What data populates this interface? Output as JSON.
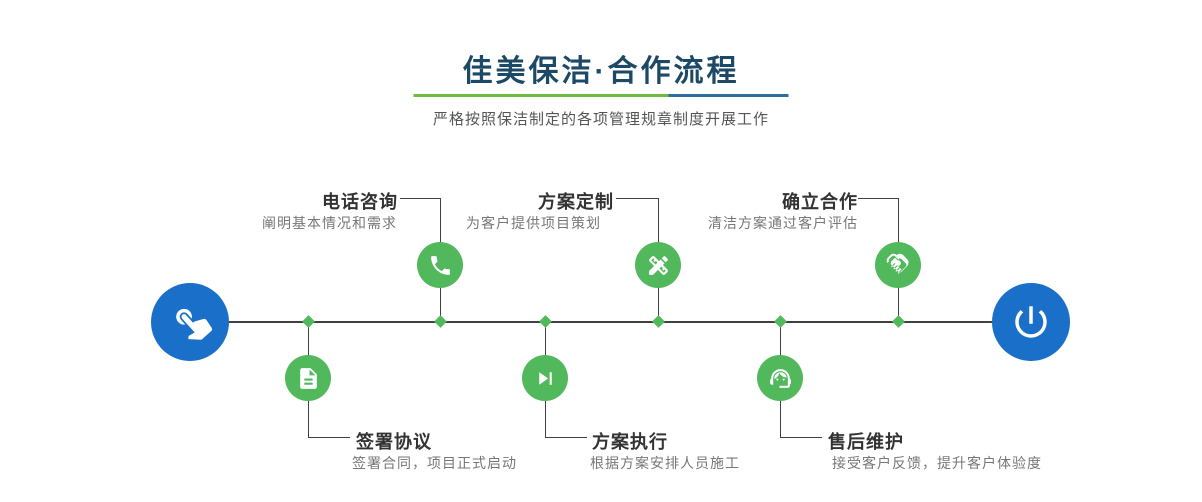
{
  "header": {
    "title": "佳美保洁·合作流程",
    "subtitle": "严格按照保洁制定的各项管理规章制度开展工作"
  },
  "colors": {
    "title_text": "#1c4a66",
    "divider_green": "#6fb944",
    "divider_blue": "#2e6e9e",
    "node_green": "#52b85c",
    "node_blue": "#1a6fc9",
    "timeline_line": "#404040"
  },
  "timeline": {
    "start_icon": "pointing-hand-icon",
    "end_icon": "power-icon"
  },
  "steps_top": [
    {
      "title": "电话咨询",
      "desc": "阐明基本情况和需求",
      "icon": "phone-icon"
    },
    {
      "title": "方案定制",
      "desc": "为客户提供项目策划",
      "icon": "pencil-ruler-icon"
    },
    {
      "title": "确立合作",
      "desc": "清洁方案通过客户评估",
      "icon": "handshake-icon"
    }
  ],
  "steps_bottom": [
    {
      "title": "签署协议",
      "desc": "签署合同，项目正式启动",
      "icon": "document-icon"
    },
    {
      "title": "方案执行",
      "desc": "根据方案安排人员施工",
      "icon": "play-icon"
    },
    {
      "title": "售后维护",
      "desc": "接受客户反馈，提升客户体验度",
      "icon": "headset-icon"
    }
  ]
}
